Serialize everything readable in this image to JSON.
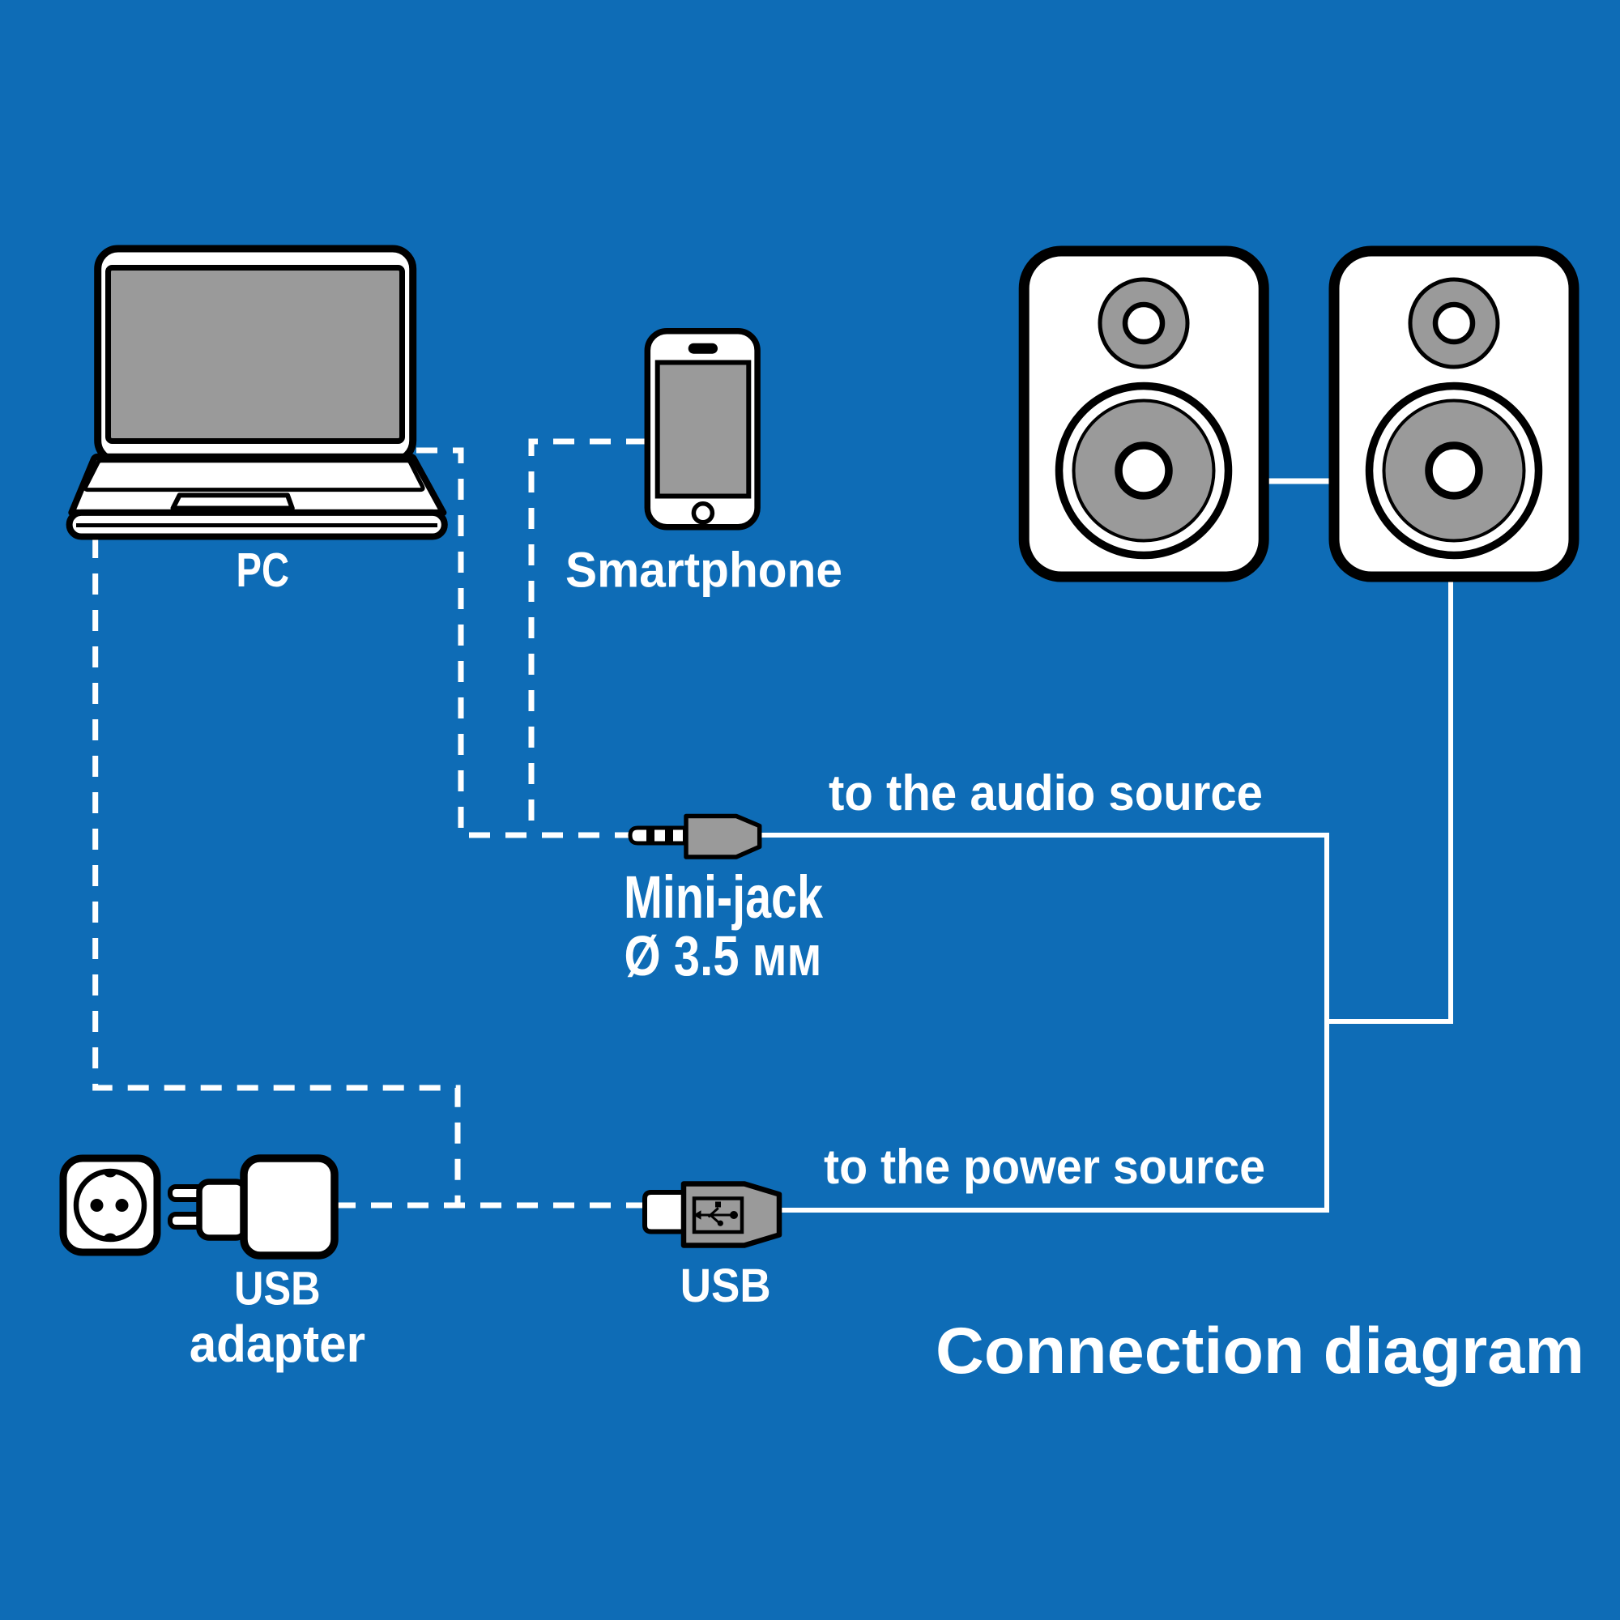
{
  "title": "Connection diagram",
  "colors": {
    "background": "#0e6cb6",
    "device_fill": "#ffffff",
    "outline": "#000000",
    "screen_gray": "#9a9a9a",
    "cable": "#ffffff",
    "text": "#ffffff"
  },
  "labels": {
    "pc": "PC",
    "smartphone": "Smartphone",
    "audio_hint": "to the audio source",
    "minijack_line1": "Mini-jack",
    "minijack_line2": "Ø 3.5 мм",
    "power_hint": "to the power source",
    "usb_plug": "USB",
    "usb_adapter_line1": "USB",
    "usb_adapter_line2": "adapter",
    "title": "Connection diagram"
  },
  "components": [
    {
      "id": "pc",
      "label": "PC",
      "type": "laptop"
    },
    {
      "id": "smartphone",
      "label": "Smartphone",
      "type": "phone"
    },
    {
      "id": "speakers",
      "label": "",
      "type": "speaker-pair"
    },
    {
      "id": "mini-jack",
      "label": "Mini-jack Ø 3.5 мм",
      "type": "audio-plug"
    },
    {
      "id": "usb",
      "label": "USB",
      "type": "usb-plug"
    },
    {
      "id": "usb-adapter",
      "label": "USB adapter",
      "type": "wall-charger"
    },
    {
      "id": "power-socket",
      "label": "",
      "type": "wall-socket"
    }
  ],
  "connections": [
    {
      "from": "pc",
      "to": "mini-jack",
      "style": "dashed"
    },
    {
      "from": "smartphone",
      "to": "mini-jack",
      "style": "dashed"
    },
    {
      "from": "mini-jack",
      "to": "speakers",
      "style": "solid",
      "label": "to the audio source"
    },
    {
      "from": "pc",
      "to": "usb",
      "style": "dashed"
    },
    {
      "from": "usb-adapter",
      "to": "usb",
      "style": "dashed"
    },
    {
      "from": "usb",
      "to": "speakers",
      "style": "solid",
      "label": "to the power source"
    }
  ]
}
